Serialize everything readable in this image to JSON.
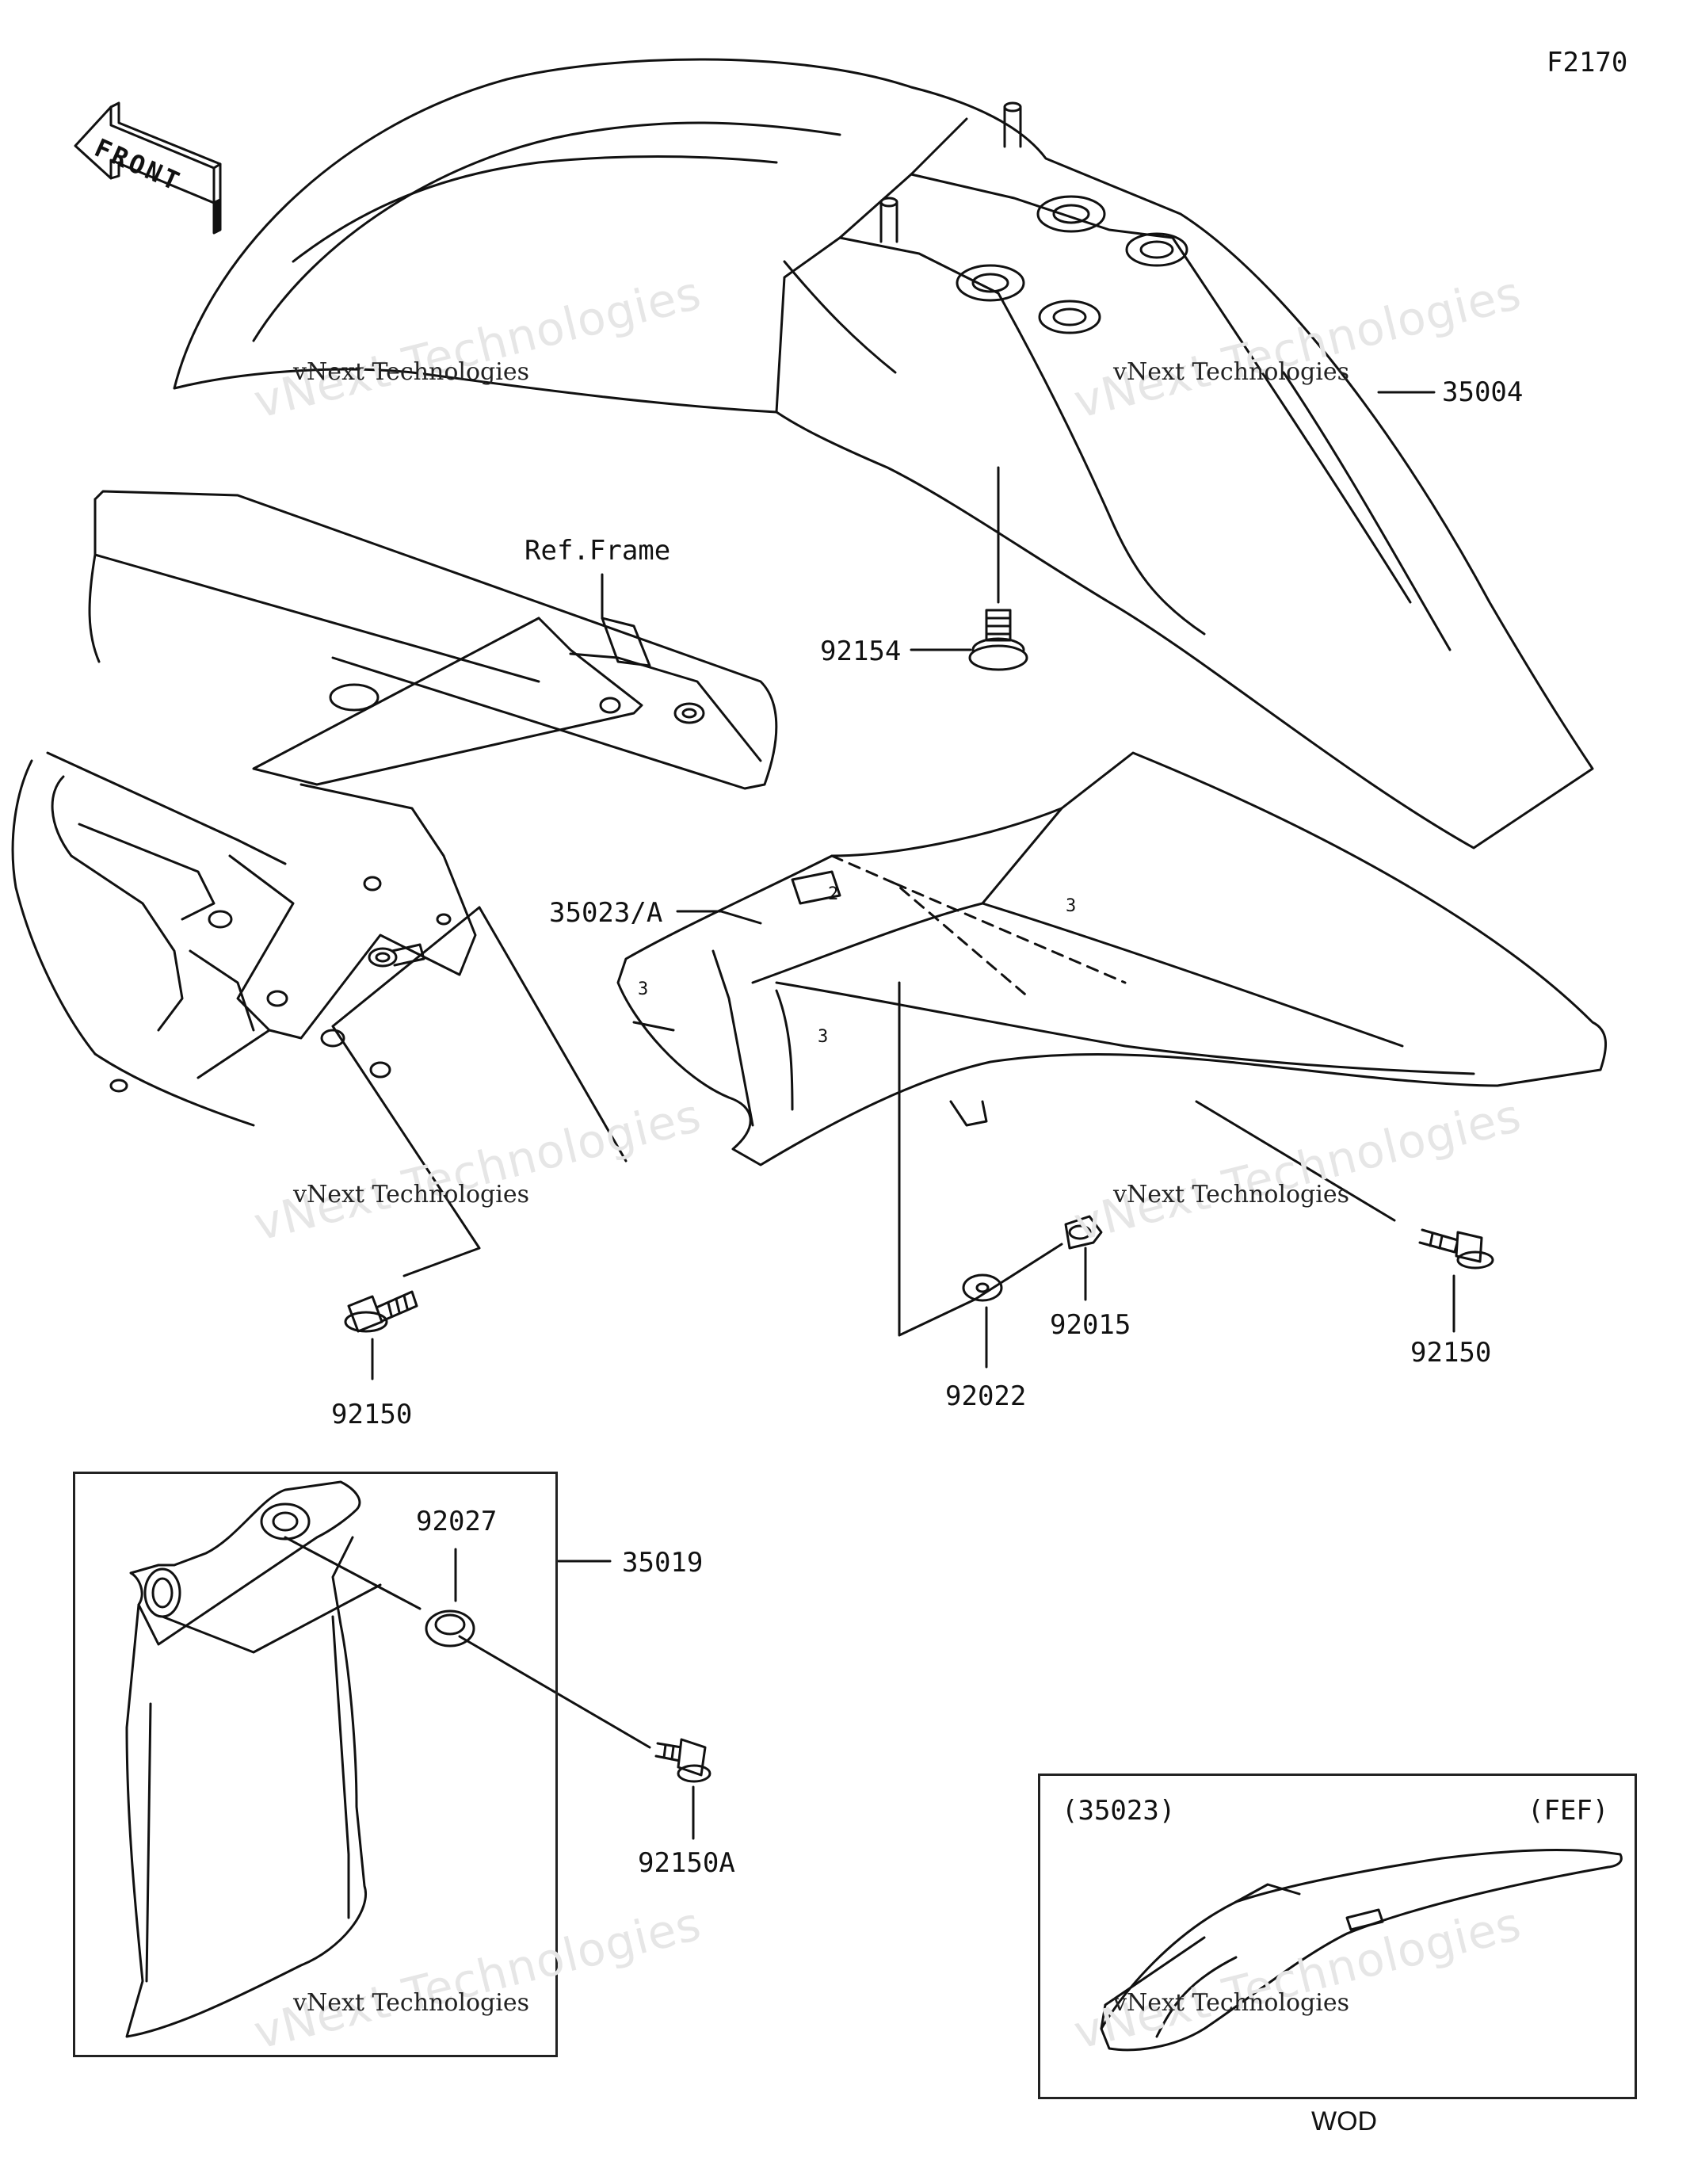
{
  "diagram_id": "F2170",
  "front_label": "FRONT",
  "parts": {
    "p35004": "35004",
    "ref_frame": "Ref.Frame",
    "p92154": "92154",
    "p35023A": "35023/A",
    "p92015": "92015",
    "p92150_right": "92150",
    "p92022": "92022",
    "p92150_left": "92150",
    "p92027": "92027",
    "p35019": "35019",
    "p92150A": "92150A"
  },
  "inset": {
    "part_ref": "(35023)",
    "variant": "(FEF)",
    "caption": "WOD"
  },
  "watermark": {
    "line_small": "vNext Technologies",
    "line_large": "vNext Technologies"
  },
  "colors": {
    "line": "#111111",
    "watermark": "#e6e6e6"
  }
}
